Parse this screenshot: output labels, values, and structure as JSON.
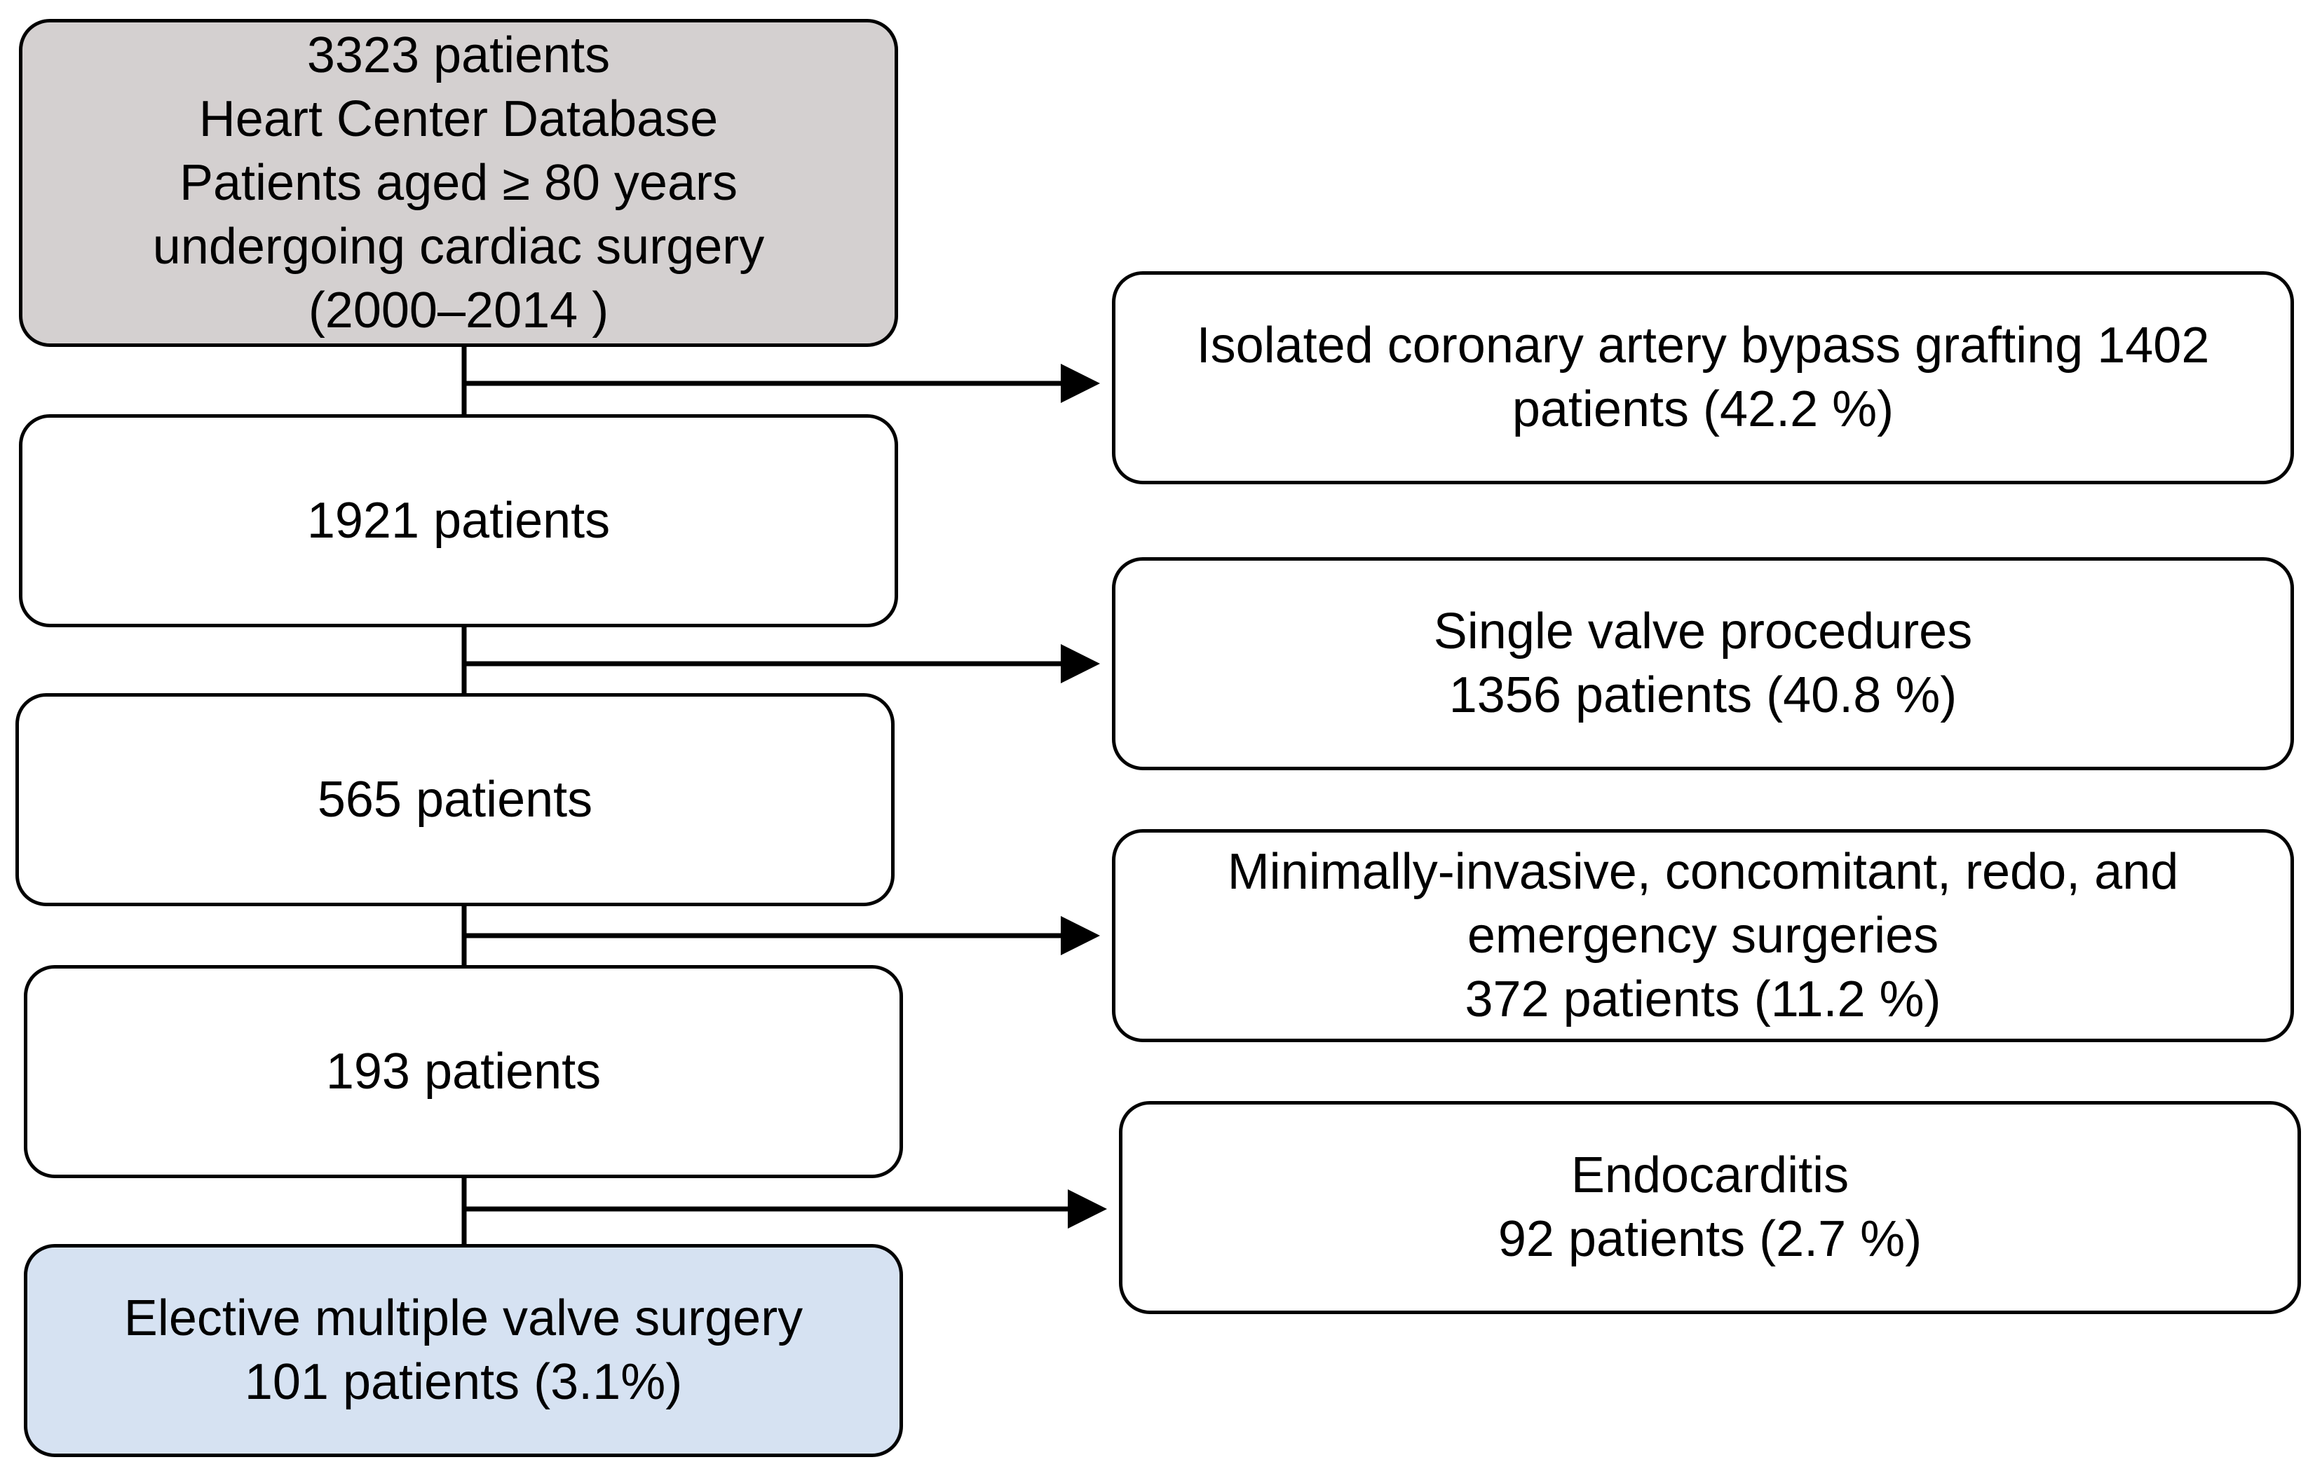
{
  "colors": {
    "source_fill": "#d4d0d0",
    "final_fill": "#d6e2f2",
    "box_fill": "#ffffff",
    "line": "#000000"
  },
  "nodes": {
    "source": {
      "lines": [
        "3323 patients",
        "Heart Center Database",
        "Patients aged ≥ 80 years",
        "undergoing cardiac surgery",
        "(2000–2014 )"
      ]
    },
    "step1": {
      "lines": [
        "1921 patients"
      ]
    },
    "step2": {
      "lines": [
        "565 patients"
      ]
    },
    "step3": {
      "lines": [
        "193 patients"
      ]
    },
    "final": {
      "lines": [
        "Elective multiple valve surgery",
        "101 patients (3.1%)"
      ]
    }
  },
  "exclusions": [
    {
      "lines": [
        "Isolated coronary artery bypass grafting 1402",
        "patients (42.2 %)"
      ]
    },
    {
      "lines": [
        "Single valve procedures",
        "1356 patients (40.8 %)"
      ]
    },
    {
      "lines": [
        "Minimally-invasive, concomitant, redo, and",
        "emergency surgeries",
        "372 patients (11.2 %)"
      ]
    },
    {
      "lines": [
        "Endocarditis",
        "92 patients (2.7 %)"
      ]
    }
  ]
}
